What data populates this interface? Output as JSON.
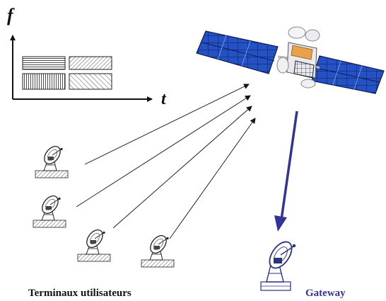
{
  "axes": {
    "y_label": "f",
    "x_label": "t"
  },
  "labels": {
    "terminals": "Terminaux utilisateurs",
    "gateway": "Gateway"
  },
  "colors": {
    "ink": "#111111",
    "panel": "#1f45b4",
    "panel_light": "#4c7fe0",
    "uplink": "#33339a",
    "gateway": "#2b2f86",
    "gateway_label": "#333399",
    "body_gold": "#e9a24a",
    "gray": "#9a9a9a"
  },
  "icons": {
    "satellite": "satellite-icon",
    "terminal_dish": "satellite-dish-icon",
    "gateway_dish": "gateway-dish-icon"
  }
}
